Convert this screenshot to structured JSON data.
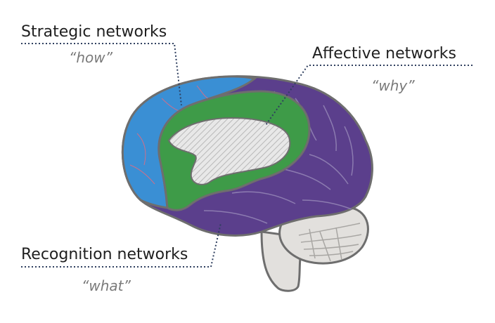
{
  "labels": {
    "strategic": {
      "title": "Strategic networks",
      "subtitle": "“how”"
    },
    "affective": {
      "title": "Affective networks",
      "subtitle": "“why”"
    },
    "recognition": {
      "title": "Recognition networks",
      "subtitle": "“what”"
    }
  },
  "colors": {
    "strategic_blue": "#3a8fd4",
    "affective_green": "#3e9b48",
    "recognition_purple": "#5b3f8c",
    "outline": "#6e6e6e",
    "cerebellum": "#e2e0dd",
    "leader_dots": "#2f3f5f"
  }
}
